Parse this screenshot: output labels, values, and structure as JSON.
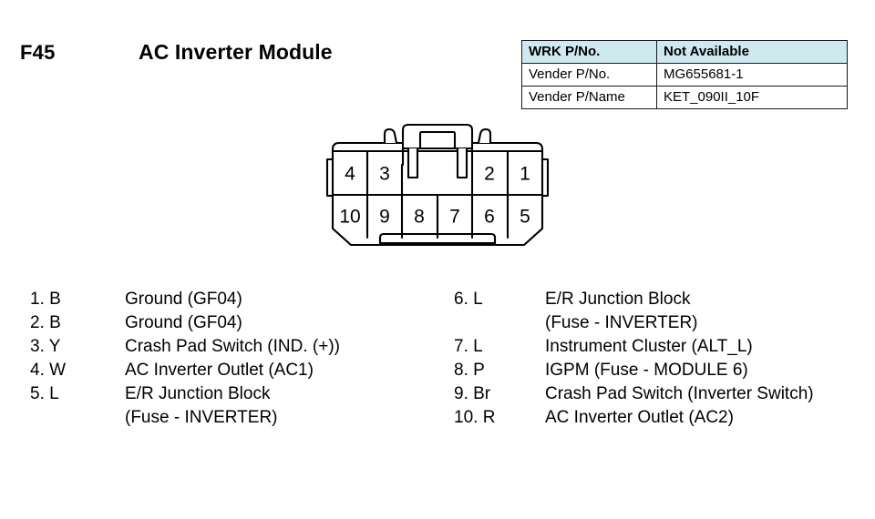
{
  "header": {
    "connector_code": "F45",
    "title": "AC Inverter Module"
  },
  "part_info": {
    "rows": [
      {
        "label": "WRK P/No.",
        "value": "Not Available",
        "header": true
      },
      {
        "label": "Vender P/No.",
        "value": "MG655681-1",
        "header": false
      },
      {
        "label": "Vender P/Name",
        "value": "KET_090II_10F",
        "header": false
      }
    ],
    "header_bg_color": "#cfe9f1",
    "border_color": "#1a1a1a"
  },
  "connector": {
    "type": "10-pin-automotive-connector",
    "top_row_pins": [
      "4",
      "3",
      "2",
      "1"
    ],
    "bottom_row_pins": [
      "10",
      "9",
      "8",
      "7",
      "6",
      "5"
    ],
    "stroke_color": "#000000",
    "fill_color": "#ffffff"
  },
  "pin_legend": {
    "left": [
      {
        "pin": "1. B",
        "desc": "Ground (GF04)"
      },
      {
        "pin": "2. B",
        "desc": "Ground (GF04)"
      },
      {
        "pin": "3. Y",
        "desc": "Crash Pad Switch (IND. (+))"
      },
      {
        "pin": "4. W",
        "desc": "AC Inverter Outlet (AC1)"
      },
      {
        "pin": "5. L",
        "desc": "E/R Junction Block"
      },
      {
        "pin": "",
        "desc": "(Fuse - INVERTER)"
      }
    ],
    "right": [
      {
        "pin": "6. L",
        "desc": "E/R Junction Block"
      },
      {
        "pin": "",
        "desc": "(Fuse - INVERTER)"
      },
      {
        "pin": "7. L",
        "desc": "Instrument Cluster (ALT_L)"
      },
      {
        "pin": "8. P",
        "desc": "IGPM (Fuse - MODULE 6)"
      },
      {
        "pin": "9. Br",
        "desc": "Crash Pad Switch (Inverter Switch)"
      },
      {
        "pin": "10. R",
        "desc": "AC Inverter Outlet (AC2)"
      }
    ]
  }
}
